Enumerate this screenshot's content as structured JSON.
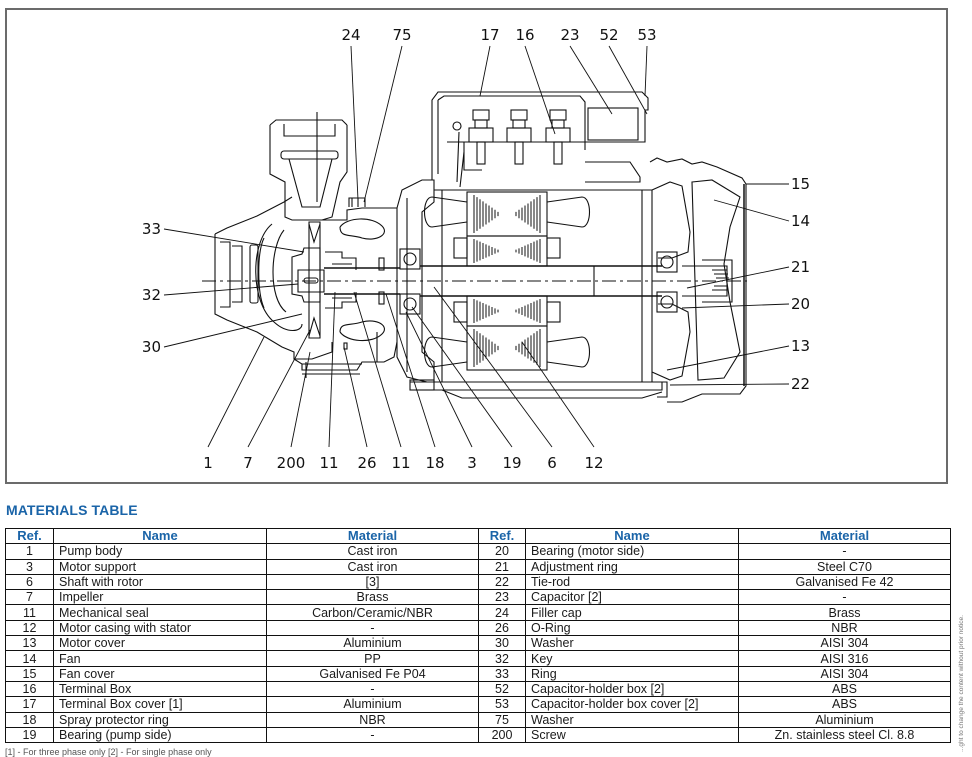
{
  "diagram": {
    "title": "Pump cross-section drawing",
    "callouts_top": [
      "24",
      "75",
      "17",
      "16",
      "23",
      "52",
      "53"
    ],
    "callouts_left": [
      "33",
      "32",
      "30"
    ],
    "callouts_right": [
      "15",
      "14",
      "21",
      "20",
      "13",
      "22"
    ],
    "callouts_bottom": [
      "1",
      "7",
      "200",
      "11",
      "26",
      "11",
      "18",
      "3",
      "19",
      "6",
      "12"
    ]
  },
  "section_title": "MATERIALS TABLE",
  "table": {
    "headers": [
      "Ref.",
      "Name",
      "Material",
      "Ref.",
      "Name",
      "Material"
    ],
    "rows": [
      {
        "ref_a": "1",
        "name_a": "Pump body",
        "mat_a": "Cast iron",
        "ref_b": "20",
        "name_b": "Bearing (motor side)",
        "mat_b": "-"
      },
      {
        "ref_a": "3",
        "name_a": "Motor support",
        "mat_a": "Cast iron",
        "ref_b": "21",
        "name_b": "Adjustment ring",
        "mat_b": "Steel C70"
      },
      {
        "ref_a": "6",
        "name_a": "Shaft with rotor",
        "mat_a": "[3]",
        "ref_b": "22",
        "name_b": "Tie-rod",
        "mat_b": "Galvanised Fe 42"
      },
      {
        "ref_a": "7",
        "name_a": "Impeller",
        "mat_a": "Brass",
        "ref_b": "23",
        "name_b": "Capacitor [2]",
        "mat_b": "-"
      },
      {
        "ref_a": "11",
        "name_a": "Mechanical seal",
        "mat_a": "Carbon/Ceramic/NBR",
        "ref_b": "24",
        "name_b": "Filler cap",
        "mat_b": "Brass"
      },
      {
        "ref_a": "12",
        "name_a": "Motor casing with stator",
        "mat_a": "-",
        "ref_b": "26",
        "name_b": "O-Ring",
        "mat_b": "NBR"
      },
      {
        "ref_a": "13",
        "name_a": "Motor cover",
        "mat_a": "Aluminium",
        "ref_b": "30",
        "name_b": "Washer",
        "mat_b": "AISI 304"
      },
      {
        "ref_a": "14",
        "name_a": "Fan",
        "mat_a": "PP",
        "ref_b": "32",
        "name_b": "Key",
        "mat_b": "AISI 316"
      },
      {
        "ref_a": "15",
        "name_a": "Fan cover",
        "mat_a": "Galvanised Fe P04",
        "ref_b": "33",
        "name_b": "Ring",
        "mat_b": "AISI 304"
      },
      {
        "ref_a": "16",
        "name_a": "Terminal Box",
        "mat_a": "-",
        "ref_b": "52",
        "name_b": "Capacitor-holder box [2]",
        "mat_b": "ABS"
      },
      {
        "ref_a": "17",
        "name_a": "Terminal Box cover [1]",
        "mat_a": "Aluminium",
        "ref_b": "53",
        "name_b": "Capacitor-holder box cover [2]",
        "mat_b": "ABS"
      },
      {
        "ref_a": "18",
        "name_a": "Spray protector ring",
        "mat_a": "NBR",
        "ref_b": "75",
        "name_b": "Washer",
        "mat_b": "Aluminium"
      },
      {
        "ref_a": "19",
        "name_a": "Bearing (pump side)",
        "mat_a": "-",
        "ref_b": "200",
        "name_b": "Screw",
        "mat_b": "Zn. stainless steel Cl. 8.8"
      }
    ]
  },
  "footnote": "[1] - For three phase only   [2] - For single phase only",
  "side_notice": "...ght to change the content without prior notice.",
  "colors": {
    "accent_blue": "#1a64a8",
    "line": "#111111",
    "frame": "#6b6b6b"
  }
}
